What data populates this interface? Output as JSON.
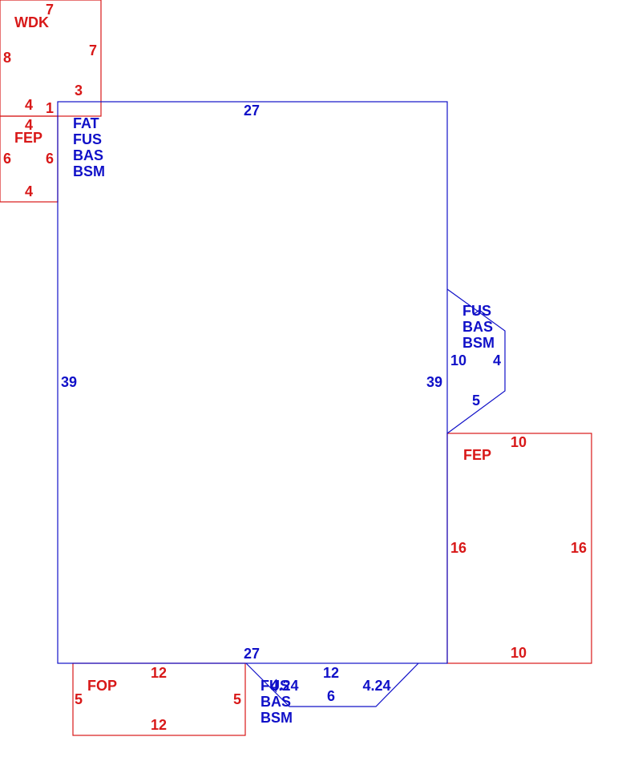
{
  "colors": {
    "living": "#1010c8",
    "other": "#d81818"
  },
  "wdk": {
    "code": "WDK",
    "dims": [
      "7",
      "8",
      "7",
      "3",
      "4",
      "1"
    ]
  },
  "fep_small": {
    "code": "FEP",
    "dims": [
      "4",
      "6",
      "6",
      "4"
    ]
  },
  "main": {
    "codes": [
      "FAT",
      "FUS",
      "BAS",
      "BSM"
    ],
    "dims": {
      "top": "27",
      "left": "39",
      "right": "39",
      "bottom": "27"
    }
  },
  "bay_right": {
    "codes": [
      "FUS",
      "BAS",
      "BSM"
    ],
    "dims": [
      "10",
      "4",
      "5"
    ]
  },
  "fep_right": {
    "code": "FEP",
    "dims": [
      "10",
      "16",
      "16",
      "10"
    ]
  },
  "fop": {
    "code": "FOP",
    "dims": [
      "12",
      "5",
      "5",
      "12"
    ]
  },
  "bay_bottom": {
    "codes": [
      "FUS",
      "BAS",
      "BSM"
    ],
    "dims": [
      "12",
      "4.24",
      "4.24",
      "6"
    ]
  }
}
